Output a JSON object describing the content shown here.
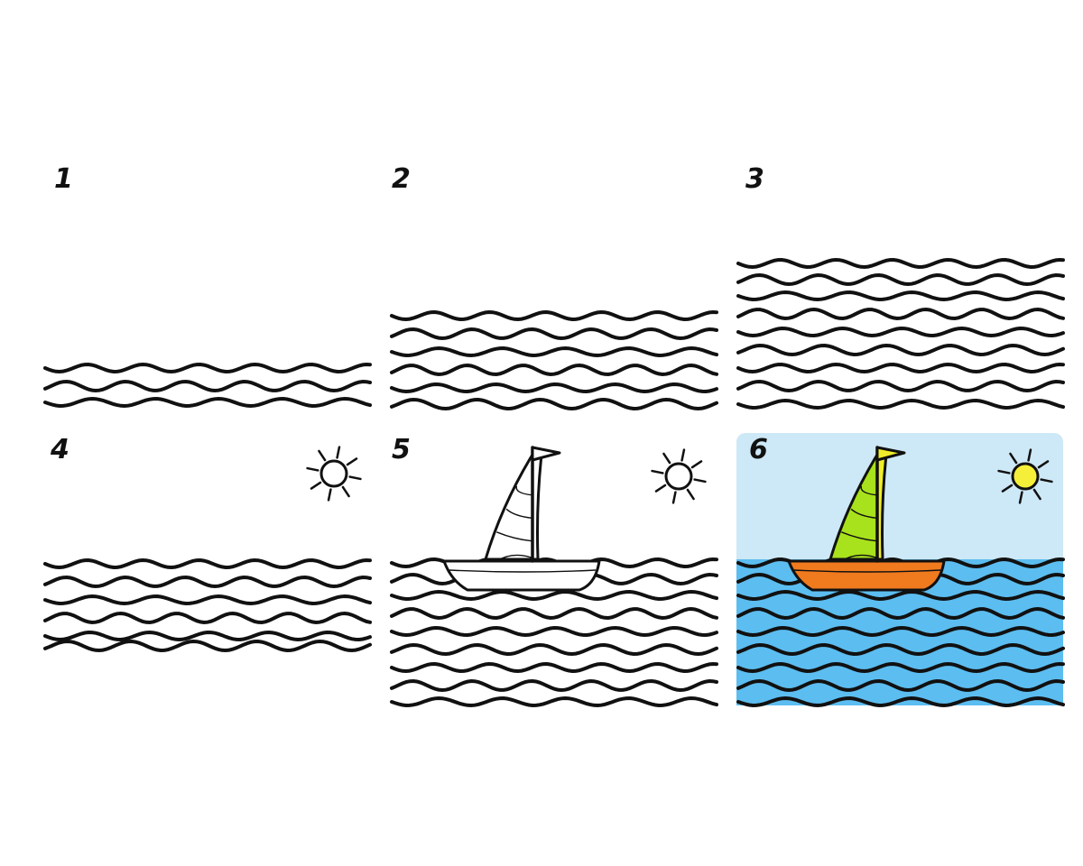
{
  "steps": [
    {
      "number": "1",
      "has_sun": false,
      "has_boat": false,
      "colored": false
    },
    {
      "number": "2",
      "has_sun": false,
      "has_boat": false,
      "colored": false
    },
    {
      "number": "3",
      "has_sun": false,
      "has_boat": false,
      "colored": false
    },
    {
      "number": "4",
      "has_sun": true,
      "has_boat": false,
      "colored": false
    },
    {
      "number": "5",
      "has_sun": true,
      "has_boat": true,
      "colored": false
    },
    {
      "number": "6",
      "has_sun": true,
      "has_boat": true,
      "colored": true
    }
  ],
  "colors": {
    "sky": "#cde8f6",
    "sea": "#5cbdf0",
    "sun": "#f5ef3a",
    "hull": "#f07a1e",
    "sail_main": "#a8e21c",
    "sail_jib": "#f0ee2a",
    "flag": "#f0ee2a",
    "line": "#111111"
  }
}
